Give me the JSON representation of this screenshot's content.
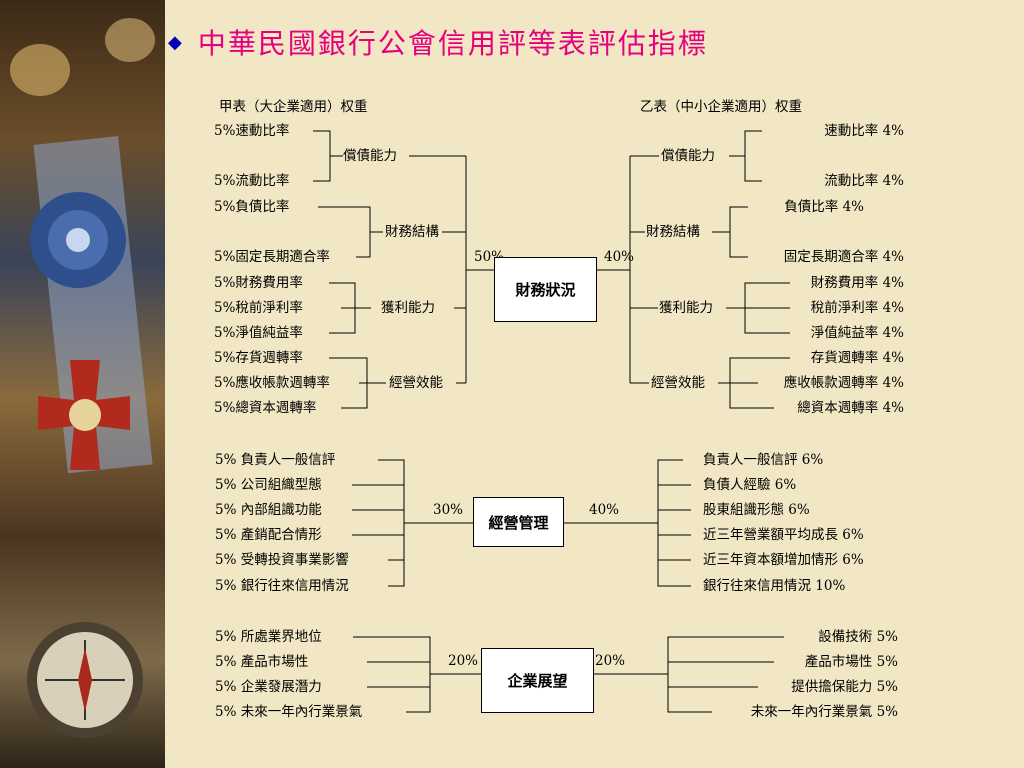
{
  "title": "中華民國銀行公會信用評等表評估指標",
  "table_a_title": "甲表（大企業適用）权重",
  "table_b_title": "乙表（中小企業適用）权重",
  "center_boxes": [
    "財務狀況",
    "經營管理",
    "企業展望"
  ],
  "weights": {
    "financial_a": "50%",
    "financial_b": "40%",
    "management_a": "30%",
    "management_b": "40%",
    "outlook_a": "20%",
    "outlook_b": "20%"
  },
  "financial_a": {
    "groups": [
      "償債能力",
      "財務結構",
      "獲利能力",
      "經營效能"
    ],
    "items": [
      "5%速動比率",
      "5%流動比率",
      "5%負債比率",
      "5%固定長期適合率",
      "5%財務費用率",
      "5%稅前淨利率",
      "5%淨值純益率",
      "5%存貨週轉率",
      "5%應收帳款週轉率",
      "5%總資本週轉率"
    ]
  },
  "financial_b": {
    "groups": [
      "償債能力",
      "財務結構",
      "獲利能力",
      "經營效能"
    ],
    "items": [
      "速動比率 4%",
      "流動比率 4%",
      "負債比率 4%",
      "固定長期適合率 4%",
      "財務費用率 4%",
      "稅前淨利率 4%",
      "淨值純益率 4%",
      "存貨週轉率 4%",
      "應收帳款週轉率 4%",
      "總資本週轉率 4%"
    ]
  },
  "management_a": [
    "5%  負責人一般信評",
    "5%  公司組織型態",
    "5%  內部組識功能",
    "5%  產銷配合情形",
    "5%  受轉投資事業影響",
    "5%  銀行往來信用情況"
  ],
  "management_b": [
    "負責人一般信評  6%",
    "負債人經驗  6%",
    "股東組識形態  6%",
    "近三年營業額平均成長  6%",
    "近三年資本額增加情形  6%",
    "銀行往來信用情況  10%"
  ],
  "outlook_a": [
    "5%  所處業界地位",
    "5%  產品市場性",
    "5%  企業發展潛力",
    "5%  未來一年內行業景氣"
  ],
  "outlook_b": [
    "設備技術  5%",
    "產品市場性  5%",
    "提供擔保能力  5%",
    "未來一年內行業景氣  5%"
  ]
}
